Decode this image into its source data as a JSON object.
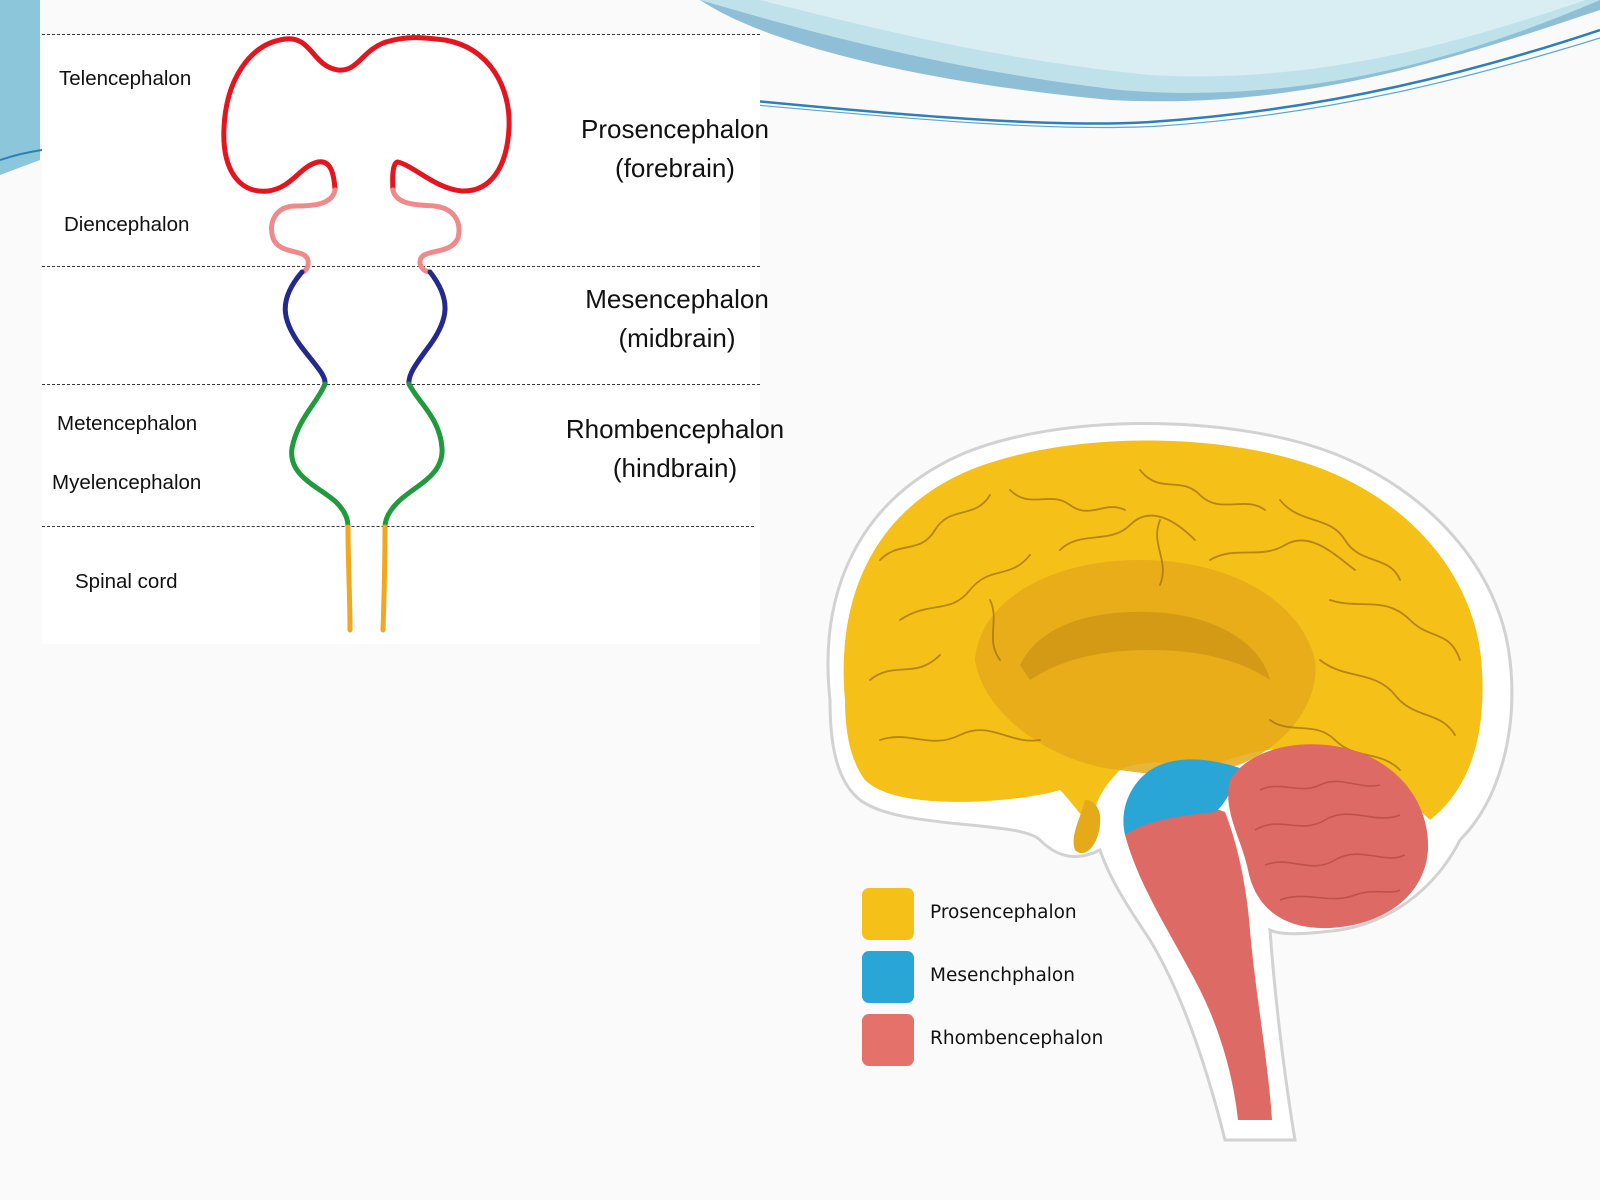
{
  "tube_diagram": {
    "subdivisions": {
      "telencephalon": "Telencephalon",
      "diencephalon": "Diencephalon",
      "metencephalon": "Metencephalon",
      "myelencephalon": "Myelencephalon",
      "spinal_cord": "Spinal cord"
    },
    "regions": {
      "prosencephalon": {
        "name": "Prosencephalon",
        "common": "(forebrain)"
      },
      "mesencephalon": {
        "name": "Mesencephalon",
        "common": "(midbrain)"
      },
      "rhombencephalon": {
        "name": "Rhombencephalon",
        "common": "(hindbrain)"
      }
    },
    "segment_colors": {
      "telencephalon": "#e3151f",
      "diencephalon": "#f08a8a",
      "mesencephalon": "#232a8c",
      "rhombencephalon": "#1f9a3c",
      "spinal_cord": "#f2a81e"
    }
  },
  "brain_legend": {
    "items": [
      {
        "label": "Prosencephalon",
        "color": "#f5c018"
      },
      {
        "label": "Mesenchphalon",
        "color": "#29a6d6"
      },
      {
        "label": "Rhombencephalon",
        "color": "#e5716b"
      }
    ]
  }
}
